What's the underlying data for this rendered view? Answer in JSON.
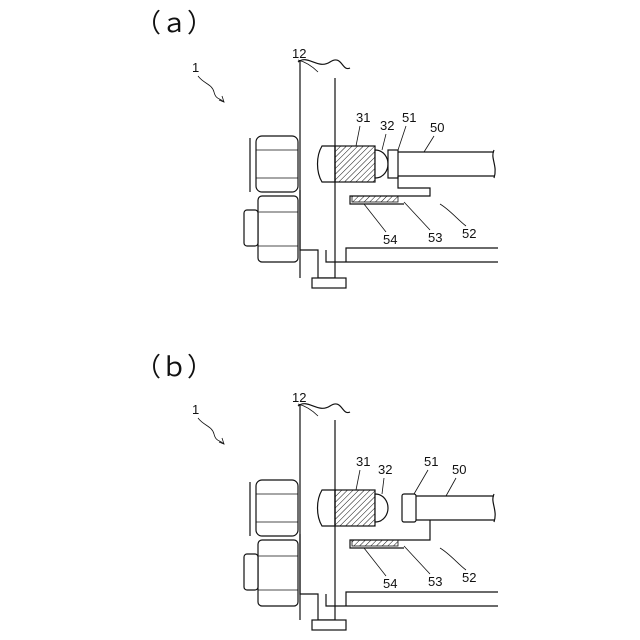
{
  "panels": [
    {
      "label": "（ａ）",
      "refs": {
        "r1": "1",
        "r12": "12",
        "r31": "31",
        "r32": "32",
        "r51": "51",
        "r50": "50",
        "r52": "52",
        "r53": "53",
        "r54": "54"
      }
    },
    {
      "label": "（ｂ）",
      "refs": {
        "r1": "1",
        "r12": "12",
        "r31": "31",
        "r32": "32",
        "r51": "51",
        "r50": "50",
        "r52": "52",
        "r53": "53",
        "r54": "54"
      }
    }
  ]
}
